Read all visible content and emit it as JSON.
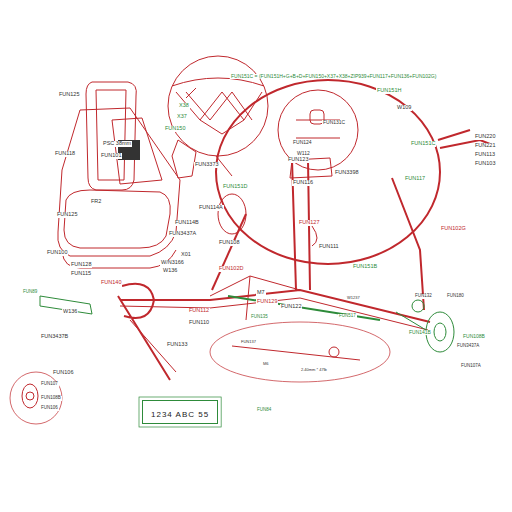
{
  "diagram": {
    "nodes": [
      {
        "text": [
          "1234 ABC 55"
        ]
      }
    ],
    "edges": [],
    "labels": [
      "FUN151C = (FUN151H+G+B+D+FUN150+X37+X38+ZIP939+FUN117+FUN136+FUN102G)",
      "FUN151H",
      "W109",
      "FUN125",
      "FUN118",
      "X38",
      "X37",
      "FUN150",
      "PSC 38mm",
      "FUN101",
      "FUN3373",
      "FUN131C",
      "FUN124",
      "W112",
      "FUN220",
      "FUN221",
      "FUN113",
      "FUN103",
      "FUN151C",
      "FUN123",
      "FUN151D",
      "FUN3398",
      "FUN116",
      "FUN117",
      "FUN125",
      "FR2",
      "FUN114A",
      "FUN127",
      "FUN102G",
      "FUN114B",
      "FUN3437A",
      "FUN108",
      "FUN128",
      "X01",
      "FUN100",
      "FUN111",
      "W/N3166",
      "W136",
      "FUN115",
      "FUN102D",
      "FUN151B",
      "FUN89",
      "FUN140",
      "M7",
      "FUN129",
      "W136",
      "FUN112",
      "FUN110",
      "FUN122",
      "W1237",
      "FUN135",
      "FUN517",
      "FUN132",
      "FUN180",
      "FUN3437B",
      "FUN133",
      "FUN106",
      "FUN137",
      "M6",
      "2.40mm * 47lb",
      "FUN141B",
      "FUN108B",
      "FUN3437A",
      "FUN107A",
      "FUN107",
      "FUN108B",
      "FUN106",
      "FUN84"
    ]
  }
}
